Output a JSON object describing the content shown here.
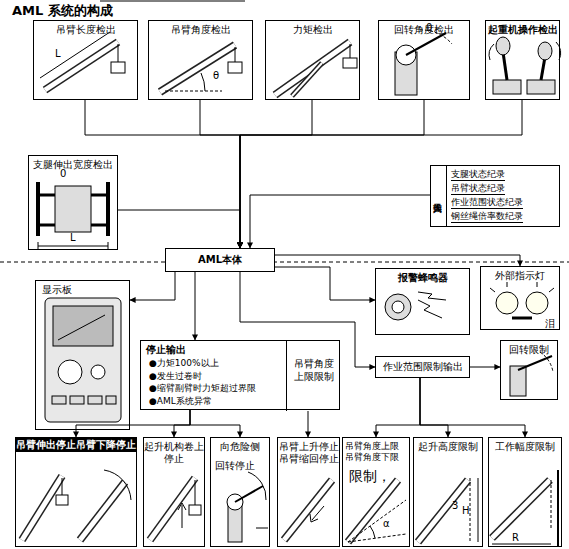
{
  "diagram": {
    "title": "AML 系统的构成",
    "nodes": [
      {
        "text": [
          "吊臂长度检出"
        ]
      },
      {
        "text": [
          "吊臂角度检出"
        ]
      },
      {
        "text": [
          "力矩检出"
        ]
      },
      {
        "text": [
          "回转角度检出"
        ]
      },
      {
        "text": [
          "起重机操作检出"
        ]
      },
      {
        "text": [
          "支腿伸出宽度检出"
        ]
      },
      {
        "text": [
          "操作人员输入",
          "支腿状态纪录",
          "吊臂状态纪录",
          "作业范围状态纪录",
          "钢丝绳倍率数纪录"
        ]
      },
      {
        "text": [
          "AML本体"
        ]
      },
      {
        "text": [
          "显示板"
        ]
      },
      {
        "text": [
          "报警蜂鸣器"
        ]
      },
      {
        "text": [
          "外部指示灯"
        ]
      },
      {
        "text": [
          "停止输出",
          "●力矩100%以上",
          "●发生过卷时",
          "●缩臂副臂时力矩超过界限",
          "●AML系统异常"
        ]
      },
      {
        "text": [
          "吊臂角度上限限制"
        ],
        "in": 11
      },
      {
        "text": [
          "作业范围限制输出"
        ]
      },
      {
        "text": [
          "回转限制"
        ]
      },
      {
        "text": [
          "吊臂伸出停止吊臂下降停止"
        ]
      },
      {
        "text": [
          "起升机构卷上停止"
        ]
      },
      {
        "text": [
          "向危险侧",
          "回转停止"
        ]
      },
      {
        "text": [
          "吊臂上升停止吊臂缩回停止"
        ]
      },
      {
        "text": [
          "吊臂角度上限 吊臂角度下限",
          "限制，"
        ]
      },
      {
        "text": [
          "起升高度限制"
        ]
      },
      {
        "text": [
          "工作幅度限制"
        ]
      }
    ],
    "edges": [
      {
        "from": 0,
        "to": 7,
        "arrow": "to"
      },
      {
        "from": 1,
        "to": 7,
        "arrow": "to"
      },
      {
        "from": 2,
        "to": 7,
        "arrow": "to"
      },
      {
        "from": 3,
        "to": 7,
        "arrow": "to"
      },
      {
        "from": 4,
        "to": 7,
        "arrow": "to"
      },
      {
        "from": 5,
        "to": 7,
        "arrow": "to"
      },
      {
        "from": 6,
        "to": 7,
        "arrow": "to"
      },
      {
        "from": 7,
        "to": 8,
        "arrow": "to"
      },
      {
        "from": 7,
        "to": 11,
        "arrow": "to"
      },
      {
        "from": 7,
        "to": 13,
        "arrow": "to"
      },
      {
        "from": 7,
        "to": 9,
        "arrow": "to"
      },
      {
        "from": 7,
        "to": 10,
        "arrow": "to"
      },
      {
        "from": 13,
        "to": 14,
        "arrow": "to"
      },
      {
        "from": 11,
        "to": 15,
        "arrow": "to"
      },
      {
        "from": 11,
        "to": 16,
        "arrow": "to"
      },
      {
        "from": 11,
        "to": 17,
        "arrow": "to"
      },
      {
        "from": 12,
        "to": 18,
        "arrow": "to"
      },
      {
        "from": 13,
        "to": 19,
        "arrow": "to"
      },
      {
        "from": 13,
        "to": 20,
        "arrow": "to"
      },
      {
        "from": 13,
        "to": 21,
        "arrow": "to"
      }
    ],
    "labels": [
      "L",
      "θ",
      "0",
      "0",
      "L",
      "泪",
      "3",
      "H",
      "α",
      "R"
    ]
  }
}
